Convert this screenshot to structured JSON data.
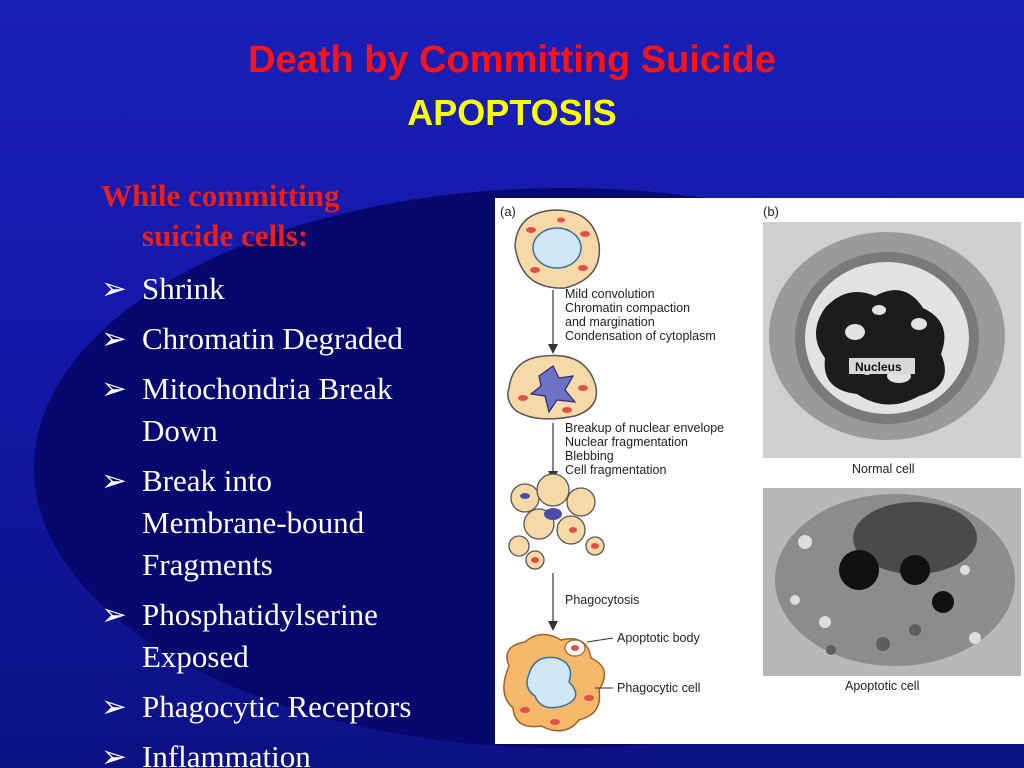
{
  "title": "Death by Committing Suicide",
  "subtitle": "APOPTOSIS",
  "intro": {
    "line1": "While committing",
    "line2": "suicide cells:"
  },
  "bullet_symbol": "➢",
  "bullets": [
    {
      "lines": [
        "Shrink"
      ]
    },
    {
      "lines": [
        "Chromatin Degraded"
      ]
    },
    {
      "lines": [
        "Mitochondria Break",
        "Down"
      ]
    },
    {
      "lines": [
        "Break into",
        "Membrane-bound",
        "Fragments"
      ]
    },
    {
      "lines": [
        "Phosphatidylserine",
        "Exposed"
      ]
    },
    {
      "lines": [
        "Phagocytic Receptors"
      ]
    },
    {
      "lines": [
        "Inflammation"
      ]
    }
  ],
  "figure": {
    "panel_a_label": "(a)",
    "panel_b_label": "(b)",
    "step1": [
      "Mild convolution",
      "Chromatin compaction",
      "and margination",
      "Condensation of cytoplasm"
    ],
    "step2": [
      "Breakup of nuclear envelope",
      "Nuclear fragmentation",
      "Blebbing",
      "Cell fragmentation"
    ],
    "step3": "Phagocytosis",
    "apoptotic_body": "Apoptotic body",
    "phagocytic_cell": "Phagocytic cell",
    "nucleus_label": "Nucleus",
    "normal_cell": "Normal cell",
    "apoptotic_cell": "Apoptotic cell"
  },
  "colors": {
    "title": "#ff1313",
    "subtitle": "#ffff00",
    "intro": "#e8201a",
    "bullet_text": "#ffffff"
  }
}
